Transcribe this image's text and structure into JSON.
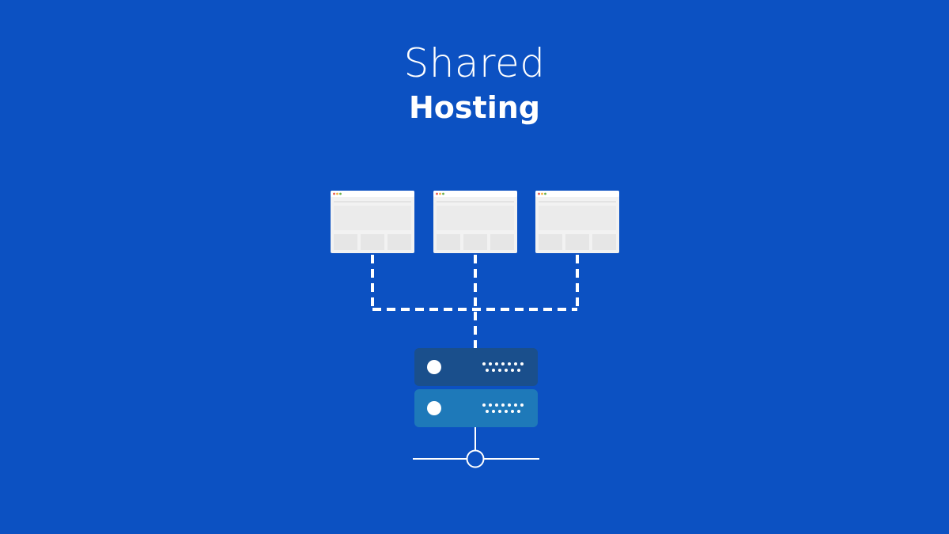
{
  "title": {
    "line1": "Shared",
    "line2": "Hosting"
  },
  "colors": {
    "background": "#0c51c2",
    "server_top": "#1a4f8c",
    "server_bottom": "#1e79b9",
    "window": "#f2f2f2",
    "line": "#ffffff"
  },
  "diagram": {
    "websites": [
      {
        "id": "website-1"
      },
      {
        "id": "website-2"
      },
      {
        "id": "website-3"
      }
    ],
    "server_units": [
      {
        "id": "server-unit-top"
      },
      {
        "id": "server-unit-bottom"
      }
    ],
    "icons": [
      "browser-window-icon",
      "server-icon",
      "network-node-icon"
    ]
  }
}
